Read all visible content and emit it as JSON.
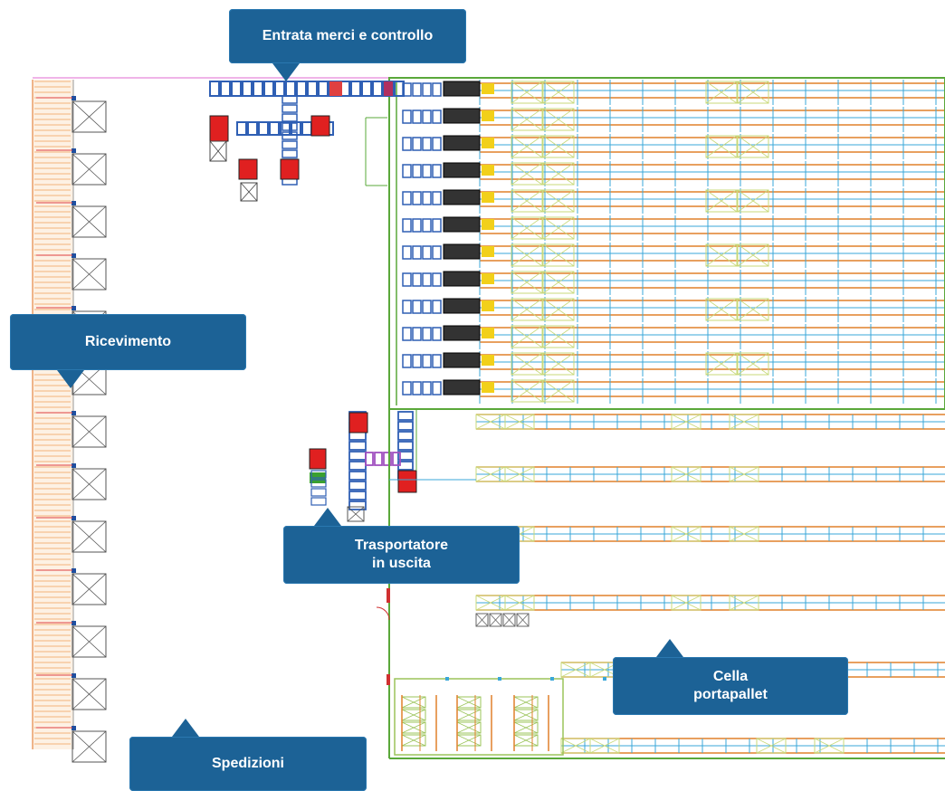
{
  "labels": {
    "entrata": "Entrata merci e controllo",
    "ricevimento": "Ricevimento",
    "trasportatore": "Trasportatore\nin uscita",
    "cella": "Cella\nportapallet",
    "spedizioni": "Spedizioni"
  },
  "colors": {
    "callout_bg": "#1c6296",
    "rack_orange": "#e0802a",
    "rack_blue": "#3aa7d8",
    "wall_green": "#5aa83a",
    "rack_green": "#9bc45a",
    "conveyor_blue": "#2f5fb4",
    "machine_red": "#e02020",
    "dock_orange": "#f3b27a"
  }
}
